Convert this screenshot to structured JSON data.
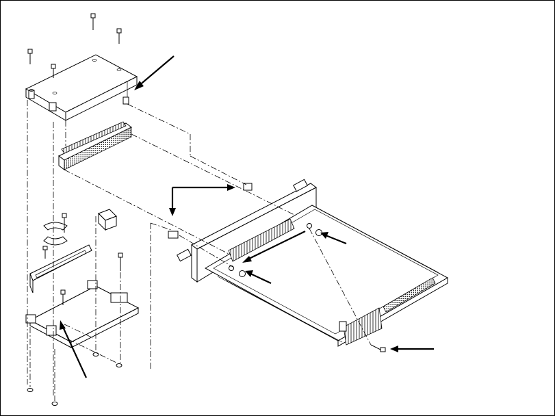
{
  "figure": {
    "border_color": "#000000",
    "background": "#ffffff",
    "line_color": "#000000"
  },
  "callouts": [
    {
      "id": "arrow-top-bracket"
    },
    {
      "id": "arrow-standoffs"
    },
    {
      "id": "arrow-right-washer"
    },
    {
      "id": "arrow-left-connector"
    },
    {
      "id": "arrow-lower-washer"
    },
    {
      "id": "arrow-rear-screw"
    },
    {
      "id": "arrow-bottom-pin"
    }
  ]
}
